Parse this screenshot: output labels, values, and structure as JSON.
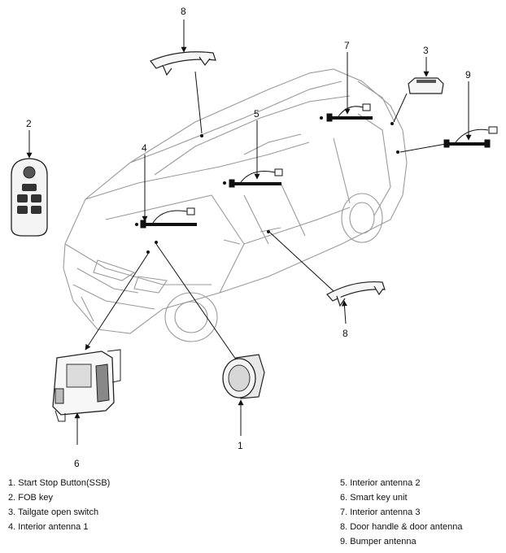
{
  "callouts": {
    "c1": "1",
    "c2": "2",
    "c3": "3",
    "c4": "4",
    "c5": "5",
    "c6": "6",
    "c7": "7",
    "c8_top": "8",
    "c8_bottom": "8",
    "c9": "9"
  },
  "legend_left": [
    "1. Start Stop Button(SSB)",
    "2. FOB key",
    "3. Tailgate open switch",
    "4. Interior antenna 1"
  ],
  "legend_right": [
    "5. Interior antenna 2",
    "6. Smart key unit",
    "7. Interior antenna 3",
    "8. Door handle & door antenna",
    "9. Bumper antenna"
  ]
}
